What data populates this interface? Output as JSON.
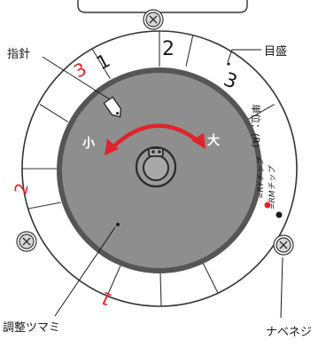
{
  "labels": {
    "pointer": "指針",
    "scale": "目盛",
    "adjust_knob": "調整ツマミ",
    "pan_screw": "ナベネジ",
    "small": "小",
    "large": "大",
    "unit": "単位：(R)"
  },
  "scale_numbers": {
    "black_1": "1",
    "black_2": "2",
    "black_3": "3",
    "red_1": "1",
    "red_2": "2",
    "red_3": "3"
  },
  "legend": {
    "ry": "=RYチップ",
    "rm": "=RMチップ"
  },
  "colors": {
    "red": "#e0242b",
    "black": "#1a1a1a",
    "knob": "#8e8e8e",
    "ring": "#ffffff",
    "screw": "#d8d8d8"
  }
}
